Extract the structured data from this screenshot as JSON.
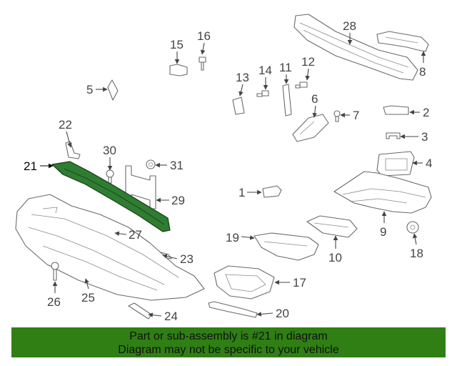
{
  "diagram": {
    "highlight_color": "#2e7d32",
    "highlighted_part": "21",
    "callouts": {
      "c1": "1",
      "c2": "2",
      "c3": "3",
      "c4": "4",
      "c5": "5",
      "c6": "6",
      "c7": "7",
      "c8": "8",
      "c9": "9",
      "c10": "10",
      "c11": "11",
      "c12": "12",
      "c13": "13",
      "c14": "14",
      "c15": "15",
      "c16": "16",
      "c17": "17",
      "c18": "18",
      "c19": "19",
      "c20": "20",
      "c21": "21",
      "c22": "22",
      "c23": "23",
      "c24": "24",
      "c25": "25",
      "c26": "26",
      "c27": "27",
      "c28": "28",
      "c29": "29",
      "c30": "30",
      "c31": "31"
    }
  },
  "banner": {
    "color": "#2f7f14",
    "line1": "Part or sub-assembly is #21 in diagram",
    "line2": "Diagram may not be specific to your vehicle"
  }
}
